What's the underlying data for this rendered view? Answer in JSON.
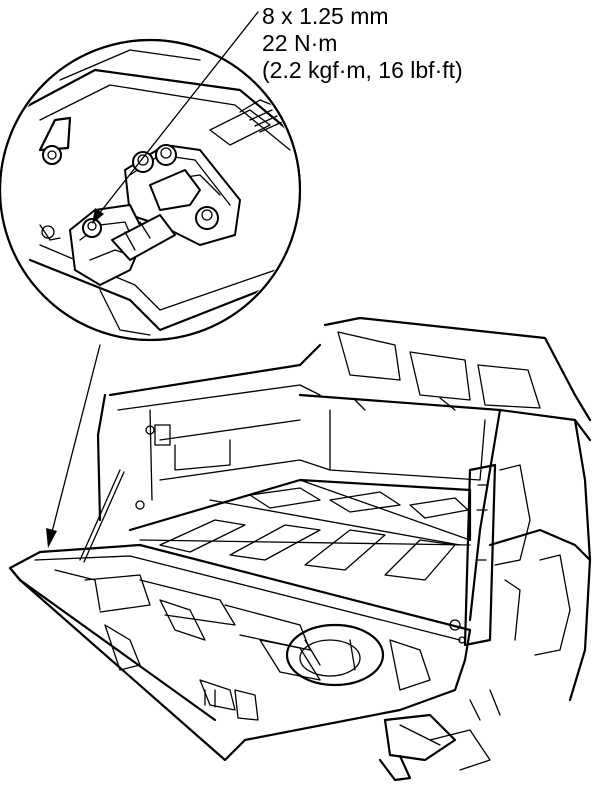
{
  "annotation": {
    "bolt_size": "8 x 1.25 mm",
    "torque_nm": "22 N·m",
    "torque_alt": "(2.2 kgf·m, 16 lbf·ft)"
  },
  "colors": {
    "line": "#000000",
    "background": "#ffffff"
  }
}
